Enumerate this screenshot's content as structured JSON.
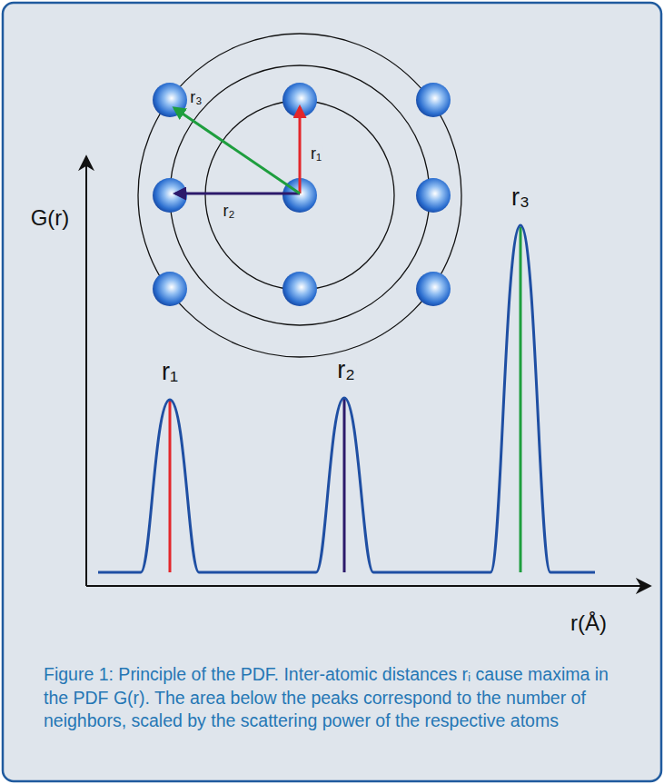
{
  "diagram": {
    "caption": "Figure 1: Principle of the PDF. Inter-atomic distances rᵢ cause maxima in the PDF G(r). The area below the peaks correspond to the number of neighbors, scaled by the scattering power of the respective atoms",
    "labels": [
      "r₃",
      "r₁",
      "G(r)",
      "r₂",
      "r₃",
      "r₁",
      "r₂",
      "r(Å)"
    ]
  }
}
